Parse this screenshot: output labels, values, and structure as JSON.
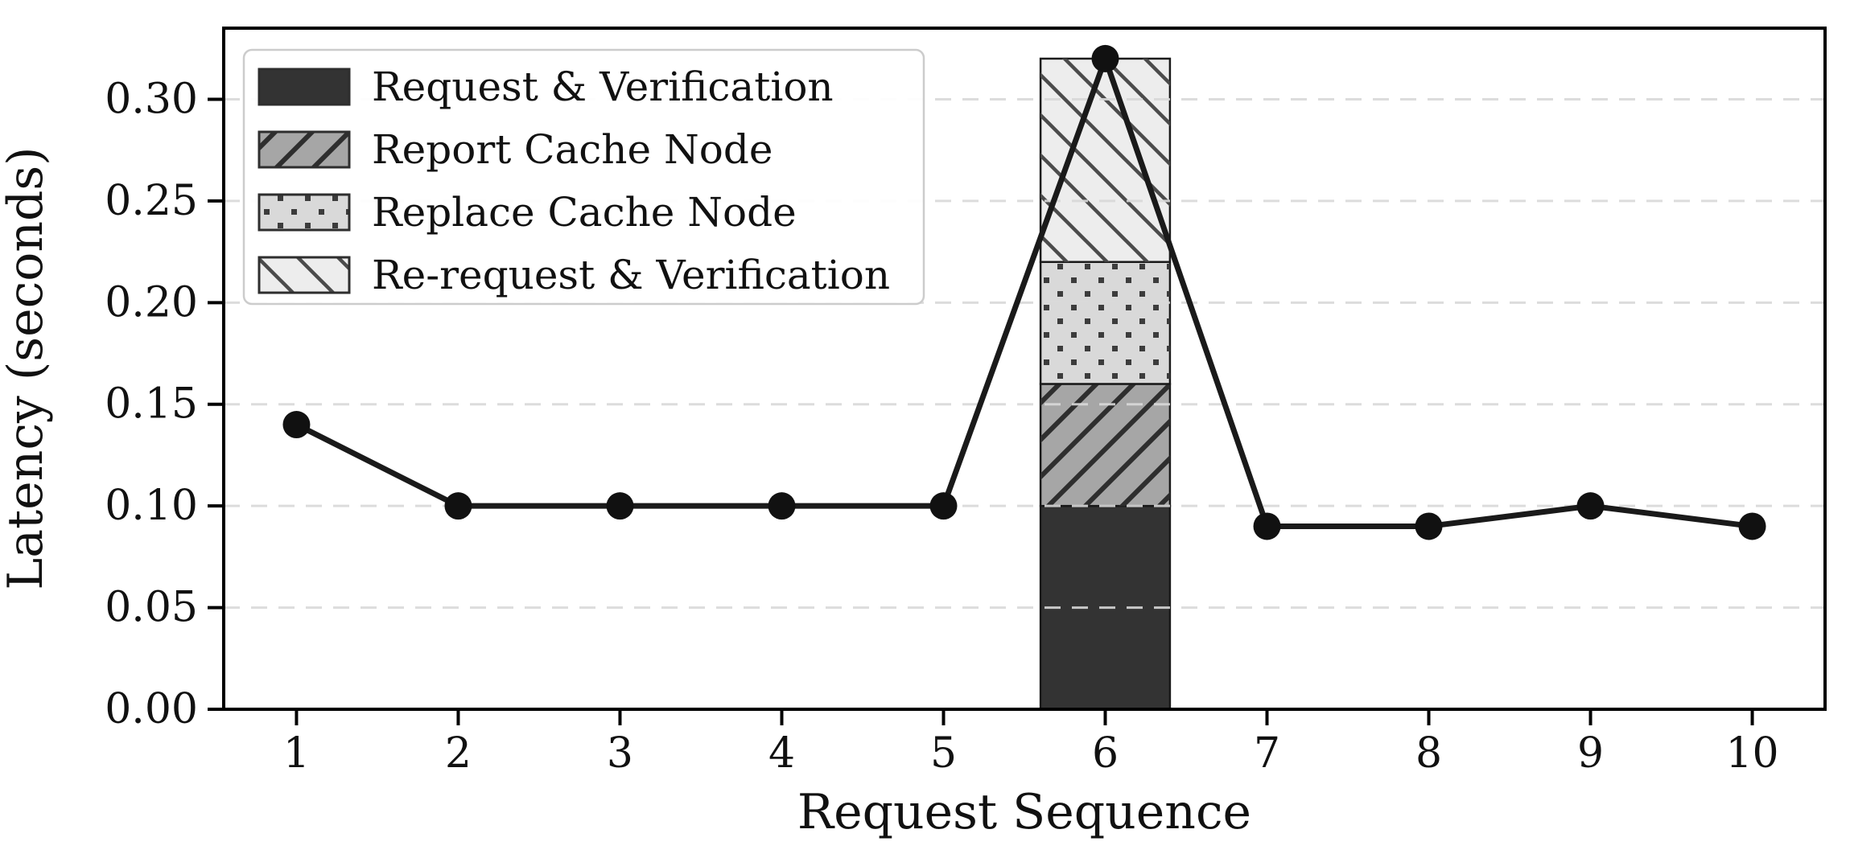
{
  "figure": {
    "background": "#ffffff",
    "frame_color": "#000000",
    "grid_color": "#d9d9d9",
    "line_color": "#1a1a1a",
    "marker_color": "#111111",
    "legend_border_color": "#cccccc",
    "legend_background": "#ffffff"
  },
  "chart_data": {
    "type": "line",
    "title": "",
    "xlabel": "Request Sequence",
    "ylabel": "Latency (seconds)",
    "x": [
      1,
      2,
      3,
      4,
      5,
      6,
      7,
      8,
      9,
      10
    ],
    "series": [
      {
        "name": "latency-line",
        "type": "line",
        "marker": "circle",
        "color": "#1a1a1a",
        "values": [
          0.14,
          0.1,
          0.1,
          0.1,
          0.1,
          0.32,
          0.09,
          0.09,
          0.1,
          0.09
        ]
      }
    ],
    "stacked_bars": [
      {
        "x": 6,
        "width": 0.8,
        "edge_color": "#1a1a1a",
        "total": 0.32,
        "segments": [
          {
            "label": "Request & Verification",
            "value": 0.1,
            "fill": "#333333",
            "hatch": "solid"
          },
          {
            "label": "Report Cache Node",
            "value": 0.06,
            "fill": "#a6a6a6",
            "hatch": "forward-slash"
          },
          {
            "label": "Replace Cache Node",
            "value": 0.06,
            "fill": "#d9d9d9",
            "hatch": "dots"
          },
          {
            "label": "Re-request & Verification",
            "value": 0.1,
            "fill": "#ededed",
            "hatch": "back-slash"
          }
        ]
      }
    ],
    "xlim": [
      0.55,
      10.45
    ],
    "ylim": [
      0,
      0.335
    ],
    "xticks": {
      "values": [
        1,
        2,
        3,
        4,
        5,
        6,
        7,
        8,
        9,
        10
      ],
      "labels": [
        "1",
        "2",
        "3",
        "4",
        "5",
        "6",
        "7",
        "8",
        "9",
        "10"
      ]
    },
    "yticks": {
      "values": [
        0.0,
        0.05,
        0.1,
        0.15,
        0.2,
        0.25,
        0.3
      ],
      "labels": [
        "0.00",
        "0.05",
        "0.10",
        "0.15",
        "0.20",
        "0.25",
        "0.30"
      ]
    },
    "grid": {
      "axis": "y",
      "style": "dashed",
      "color": "#d9d9d9"
    },
    "legend": {
      "position": "upper-left",
      "entries": [
        {
          "label": "Request & Verification",
          "fill": "#333333",
          "hatch": "solid"
        },
        {
          "label": "Report Cache Node",
          "fill": "#a6a6a6",
          "hatch": "forward-slash"
        },
        {
          "label": "Replace Cache Node",
          "fill": "#d9d9d9",
          "hatch": "dots"
        },
        {
          "label": "Re-request & Verification",
          "fill": "#ededed",
          "hatch": "back-slash"
        }
      ]
    }
  }
}
